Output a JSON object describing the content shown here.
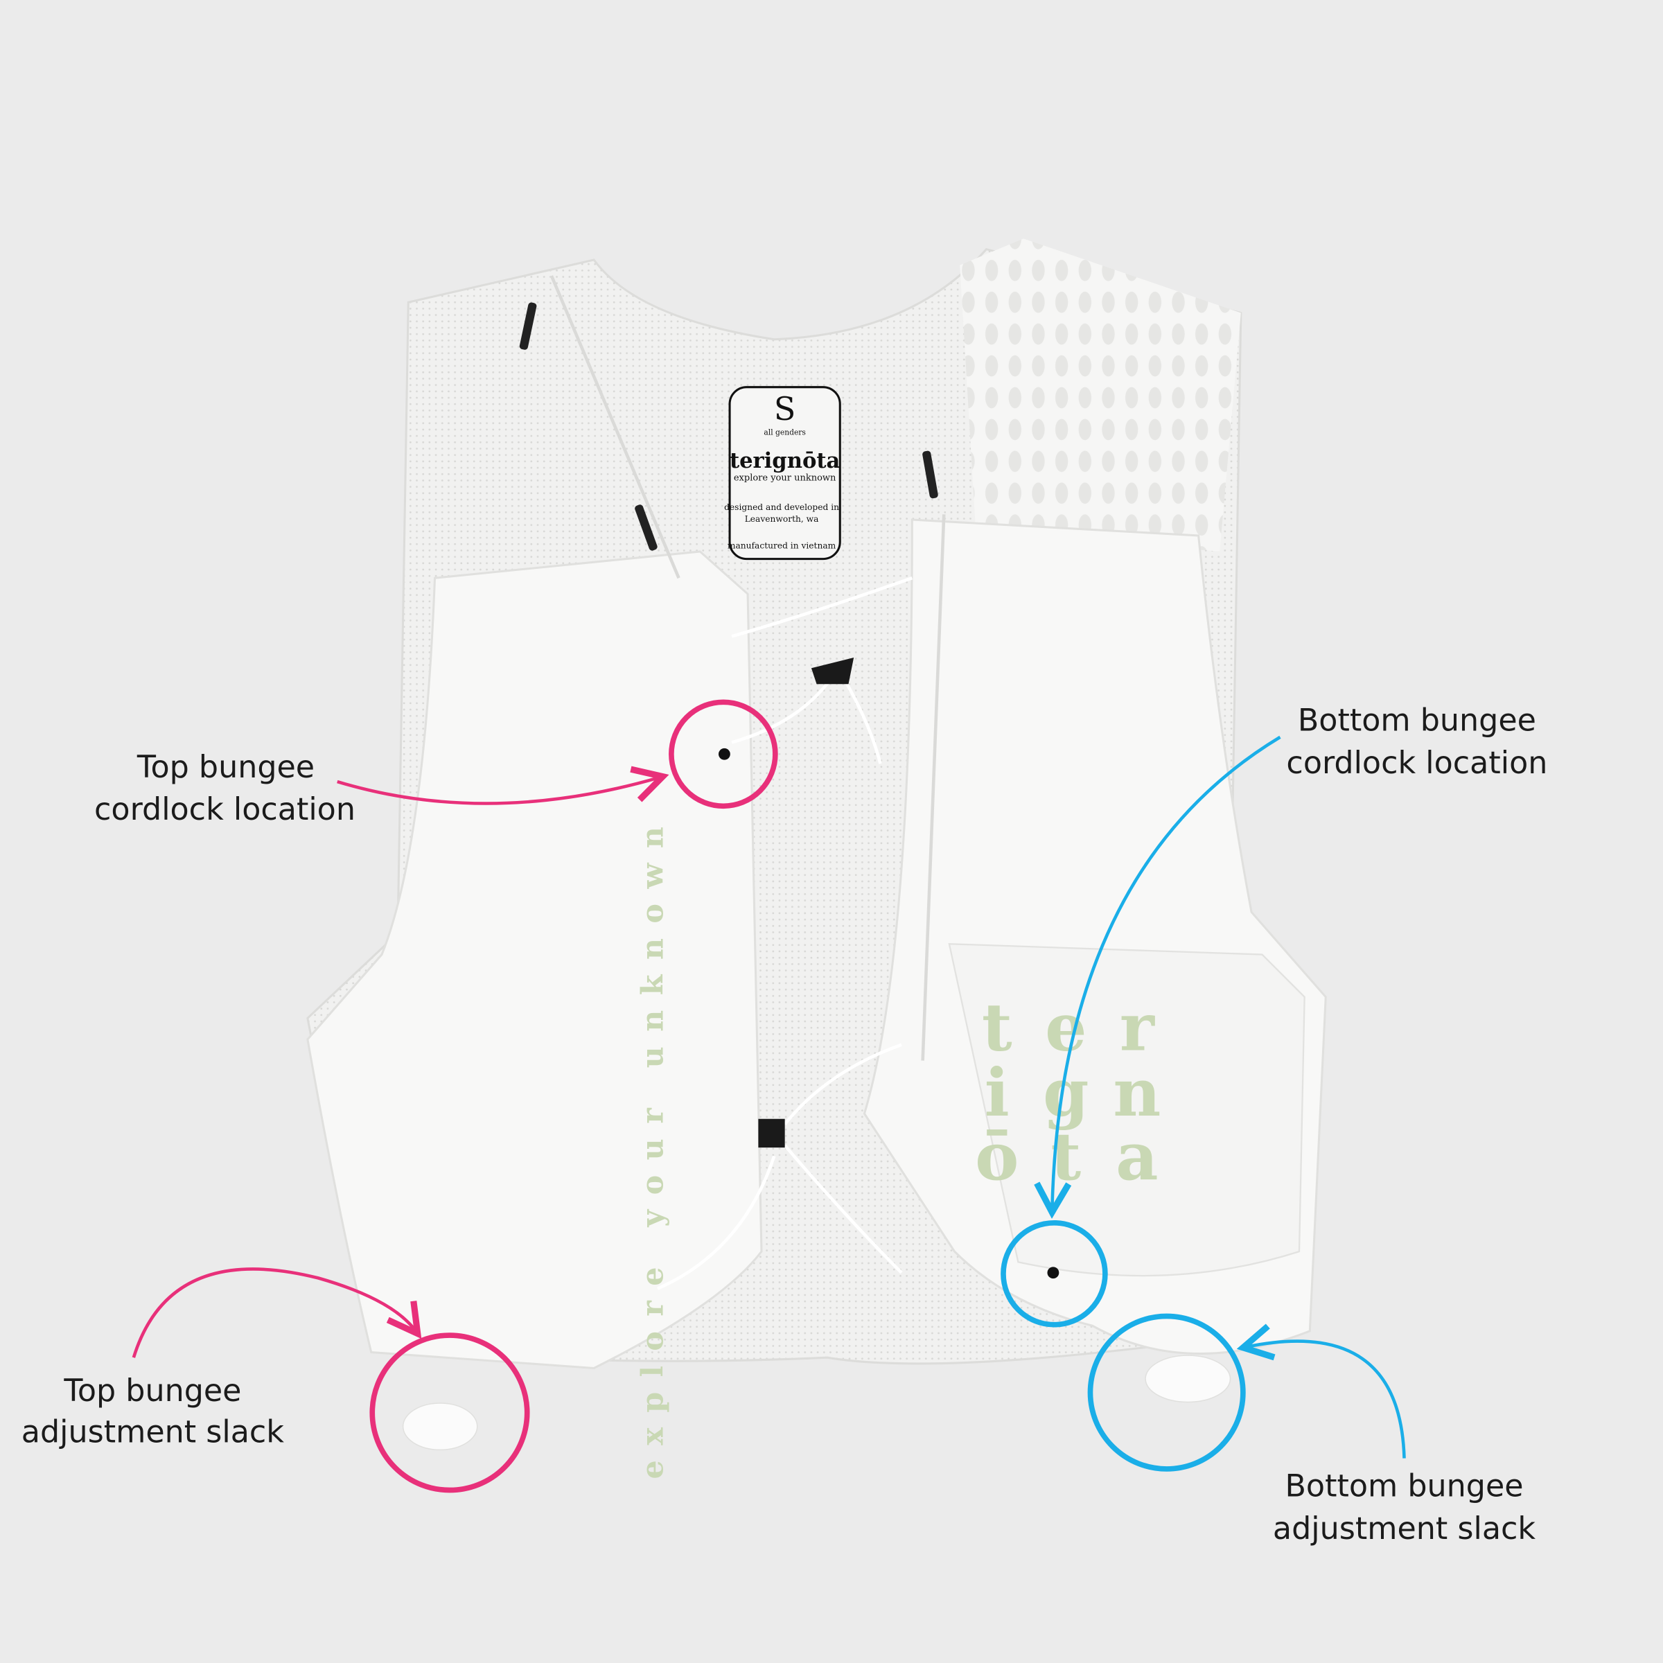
{
  "colors": {
    "background": "#ebebeb",
    "top_annotation": "#e8307a",
    "bottom_annotation": "#1aaee8",
    "brand_print": "#c9d8b4"
  },
  "tag": {
    "size": "S",
    "fit": "all genders",
    "brand": "terignōta",
    "tagline": "explore your unknown",
    "designed_line1": "designed and developed in",
    "designed_line2": "Leavenworth, wa",
    "manufactured": "manufactured in vietnam"
  },
  "vest_print": {
    "vertical_text": "explore your unknown",
    "logo_letters": [
      "t",
      "e",
      "r",
      "i",
      "g",
      "n",
      "ō",
      "t",
      "a"
    ]
  },
  "annotations": {
    "top_cordlock": {
      "line1": "Top bungee",
      "line2": "cordlock location"
    },
    "bottom_cordlock": {
      "line1": "Bottom bungee",
      "line2": "cordlock location"
    },
    "top_slack": {
      "line1": "Top bungee",
      "line2": "adjustment slack"
    },
    "bottom_slack": {
      "line1": "Bottom bungee",
      "line2": "adjustment slack"
    }
  }
}
